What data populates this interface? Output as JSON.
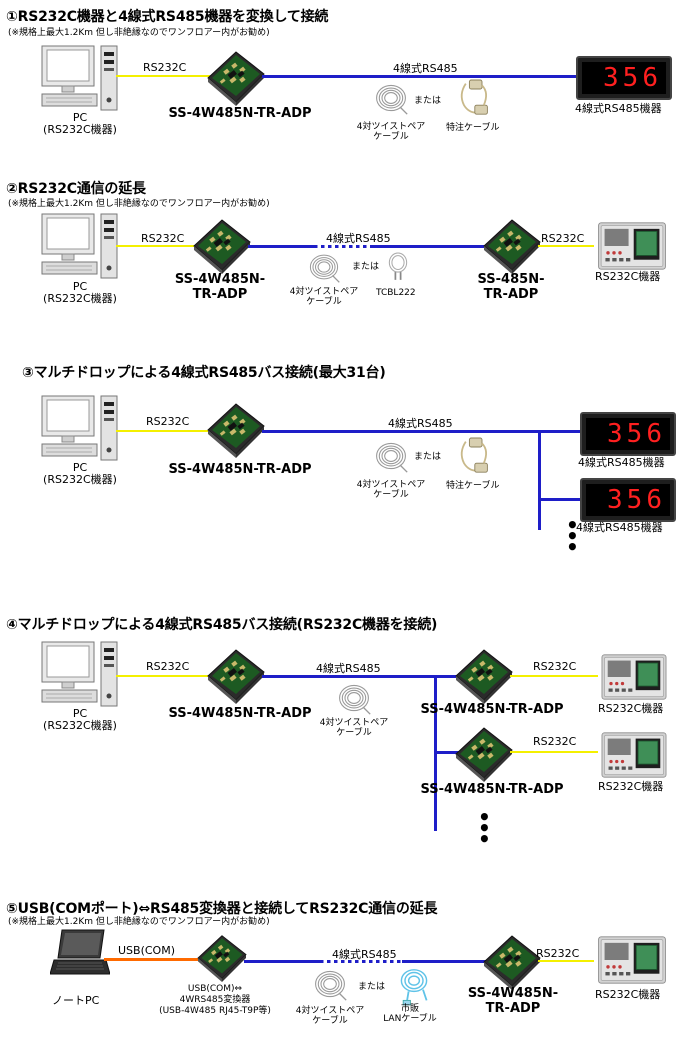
{
  "s1": {
    "title": "①RS232C機器と4線式RS485機器を変換して接続",
    "note": "(※規格上最大1.2Km 但し非絶縁なのでワンフロアー内がお勧め)",
    "rs232c": "RS232C",
    "line": "4線式RS485",
    "pc": [
      "PC",
      "(RS232C機器)"
    ],
    "adp": "SS-4W485N-TR-ADP",
    "or": "または",
    "cable": [
      "4対ツイストペア",
      "ケーブル"
    ],
    "special": "特注ケーブル",
    "display": "356",
    "dev": "4線式RS485機器"
  },
  "s2": {
    "title": "②RS232C通信の延長",
    "note": "(※規格上最大1.2Km 但し非絶縁なのでワンフロアー内がお勧め)",
    "rs232c_l": "RS232C",
    "rs232c_r": "RS232C",
    "line": "4線式RS485",
    "pc": [
      "PC",
      "(RS232C機器)"
    ],
    "adp1": [
      "SS-4W485N-",
      "TR-ADP"
    ],
    "adp2": [
      "SS-485N-",
      "TR-ADP"
    ],
    "or": "または",
    "cable": [
      "4対ツイストペア",
      "ケーブル"
    ],
    "tcbl": "TCBL222",
    "dev": "RS232C機器"
  },
  "s3": {
    "title": "③マルチドロップによる4線式RS485バス接続(最大31台)",
    "rs232c": "RS232C",
    "line": "4線式RS485",
    "pc": [
      "PC",
      "(RS232C機器)"
    ],
    "adp": "SS-4W485N-TR-ADP",
    "or": "または",
    "cable": [
      "4対ツイストペア",
      "ケーブル"
    ],
    "special": "特注ケーブル",
    "display": "356",
    "dev1": "4線式RS485機器",
    "dev2": "4線式RS485機器"
  },
  "s4": {
    "title": "④マルチドロップによる4線式RS485バス接続(RS232C機器を接続)",
    "rs232c": "RS232C",
    "rs232c_r1": "RS232C",
    "rs232c_r2": "RS232C",
    "line": "4線式RS485",
    "pc": [
      "PC",
      "(RS232C機器)"
    ],
    "adp": "SS-4W485N-TR-ADP",
    "adp_r1": "SS-4W485N-TR-ADP",
    "adp_r2": "SS-4W485N-TR-ADP",
    "cable": [
      "4対ツイストペア",
      "ケーブル"
    ],
    "dev1": "RS232C機器",
    "dev2": "RS232C機器"
  },
  "s5": {
    "title": "⑤USB(COMポート)⇔RS485変換器と接続してRS232C通信の延長",
    "note": "(※規格上最大1.2Km 但し非絶縁なのでワンフロアー内がお勧め)",
    "usb": "USB(COM)",
    "line": "4線式RS485",
    "rs232c": "RS232C",
    "notepc": "ノートPC",
    "conv": [
      "USB(COM)⇔",
      "4WRS485変換器",
      "(USB-4W485 RJ45-T9P等)"
    ],
    "or": "または",
    "cable": [
      "4対ツイストペア",
      "ケーブル"
    ],
    "lan": [
      "市販",
      "LANケーブル"
    ],
    "adp": [
      "SS-4W485N-",
      "TR-ADP"
    ],
    "dev": "RS232C機器"
  },
  "colors": {
    "rs232c_line": "#f4f000",
    "rs485_line": "#1e1ec8",
    "usb_line": "#ff6a00",
    "led": "#ff2020"
  }
}
